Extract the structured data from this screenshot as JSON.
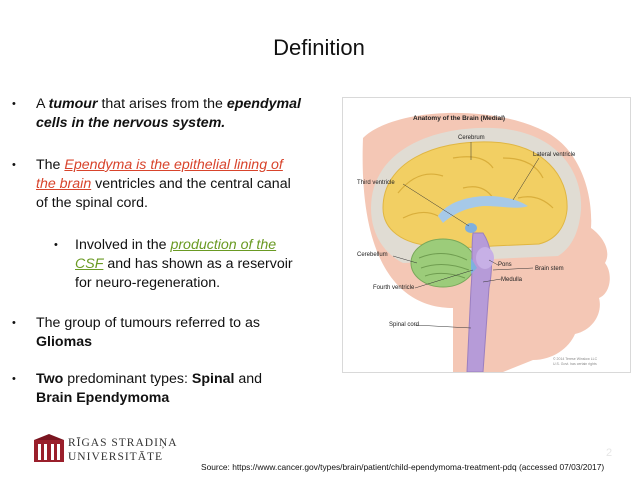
{
  "slide": {
    "title": "Definition",
    "page_number": "2"
  },
  "bullets": {
    "b1": {
      "pre": "A ",
      "em1": "tumour",
      "mid": " that arises from the ",
      "em2": "ependymal",
      "line2": "cells in the nervous system."
    },
    "b2": {
      "pre": "The ",
      "link1": "Ependyma is the epithelial lining of",
      "link2": "the brain",
      "post": " ventricles and the central canal",
      "line3": "of the spinal cord."
    },
    "b3": {
      "pre": "Involved in the ",
      "link1": "production of the",
      "link2": "CSF",
      "post": " and has shown as a reservoir",
      "line3": "for neuro-regeneration."
    },
    "b4": {
      "line1": "The group of tumours referred to as",
      "line2": "Gliomas"
    },
    "b5": {
      "bold1": "Two",
      "mid": " predominant types: ",
      "bold2": "Spinal",
      "post": " and",
      "line2": "Brain Ependymoma"
    }
  },
  "figure": {
    "title": "Anatomy of the Brain (Medial)",
    "labels": {
      "cerebrum": "Cerebrum",
      "lateral_ventricle": "Lateral ventricle",
      "third_ventricle": "Third ventricle",
      "cerebellum": "Cerebellum",
      "pons": "Pons",
      "brain_stem": "Brain stem",
      "medulla": "Medulla",
      "fourth_ventricle": "Fourth ventricle",
      "spinal_cord": "Spinal cord"
    },
    "copyright_line1": "© 2014 Terese Winslow LLC",
    "copyright_line2": "U.S. Govt. has certain rights"
  },
  "logo": {
    "line1": "RĪGAS STRADIŅA",
    "line2": "UNIVERSITĀTE"
  },
  "source": "Source: https://www.cancer.gov/types/brain/patient/child-ependymoma-treatment-pdq (accessed 07/03/2017)"
}
